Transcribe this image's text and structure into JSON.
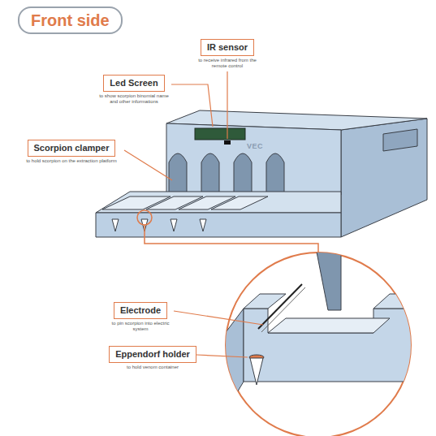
{
  "diagram": {
    "title": "Front side",
    "nodes": [
      {
        "text": [
          "IR sensor",
          "to receive infrared from the remote control"
        ]
      },
      {
        "text": [
          "Led Screen",
          "to show scorpion binomial name and other informations"
        ]
      },
      {
        "text": [
          "Scorpion clamper",
          "to hold scorpion on the extraction platform"
        ]
      },
      {
        "text": [
          "Electrode",
          "to pin scorpion into electric system"
        ]
      },
      {
        "text": [
          "Eppendorf holder",
          "to hold venom container"
        ]
      }
    ],
    "labels": [
      "VEC"
    ]
  }
}
